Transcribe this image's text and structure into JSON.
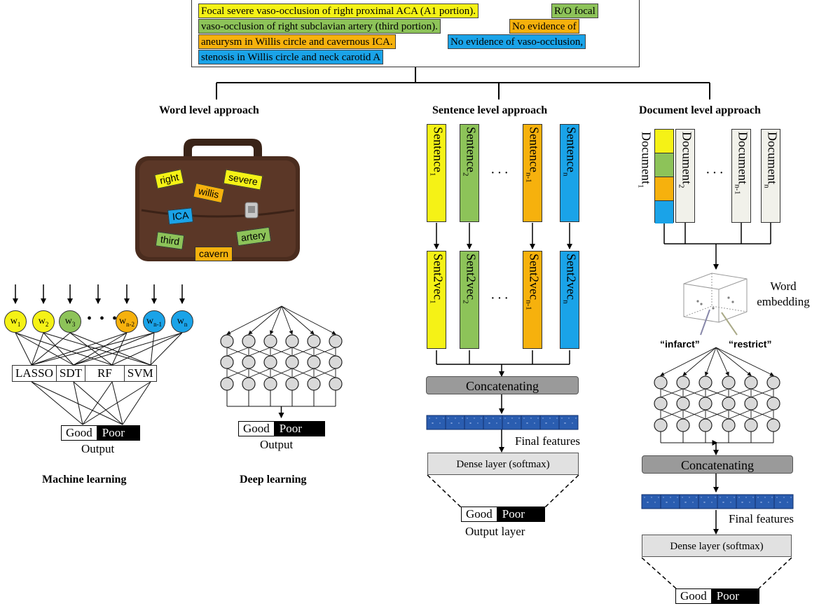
{
  "report": {
    "line1_yellow": "Focal severe vaso-occlusion of right proximal ACA (A1 portion).",
    "line1_green": "R/O focal",
    "line2_green": "vaso-occlusion of right subclavian artery (third portion).",
    "line2_orange": "No evidence of",
    "line3_orange": "aneurysm in Willis circle and cavernous ICA.",
    "line3_blue": "No evidence of vaso-occlusion,",
    "line4_blue": "stenosis in Willis circle and neck carotid A"
  },
  "approaches": {
    "word": "Word level approach",
    "sentence": "Sentence level approach",
    "document": "Document level approach"
  },
  "bag_words": [
    "right",
    "willis",
    "severe",
    "ICA",
    "third",
    "cavern",
    "artery"
  ],
  "word_nodes": [
    "w",
    "w",
    "w",
    "w",
    "w",
    "w"
  ],
  "word_node_subs": [
    "1",
    "2",
    "3",
    "n-2",
    "n-1",
    "n"
  ],
  "ellipsis": "• • •",
  "ellipsis_vertical": "···",
  "models": [
    "LASSO",
    "SDT",
    "RF",
    "SVM"
  ],
  "good": "Good",
  "poor": "Poor",
  "output": "Output",
  "output_layer": "Output layer",
  "machine_learning": "Machine learning",
  "deep_learning": "Deep learning",
  "sentences": {
    "base": "Sentence",
    "subs": [
      "1",
      "2",
      "n-1",
      "n"
    ]
  },
  "sent2vec": {
    "base": "Sent2vec",
    "subs": [
      "1",
      "2",
      "n-1",
      "n"
    ]
  },
  "documents": {
    "base": "Document",
    "subs": [
      "1",
      "2",
      "n-1",
      "n"
    ]
  },
  "concatenating": "Concatenating",
  "final_features": "Final features",
  "dense_layer": "Dense layer (softmax)",
  "word_embedding": "Word embedding",
  "infarct": "“infarct”",
  "restrict": "“restrict”",
  "colors": {
    "yellow": "#f5f216",
    "green": "#8dc359",
    "orange": "#f6b10d",
    "blue": "#1aa3e8",
    "feature_blue": "#2a5db0"
  }
}
